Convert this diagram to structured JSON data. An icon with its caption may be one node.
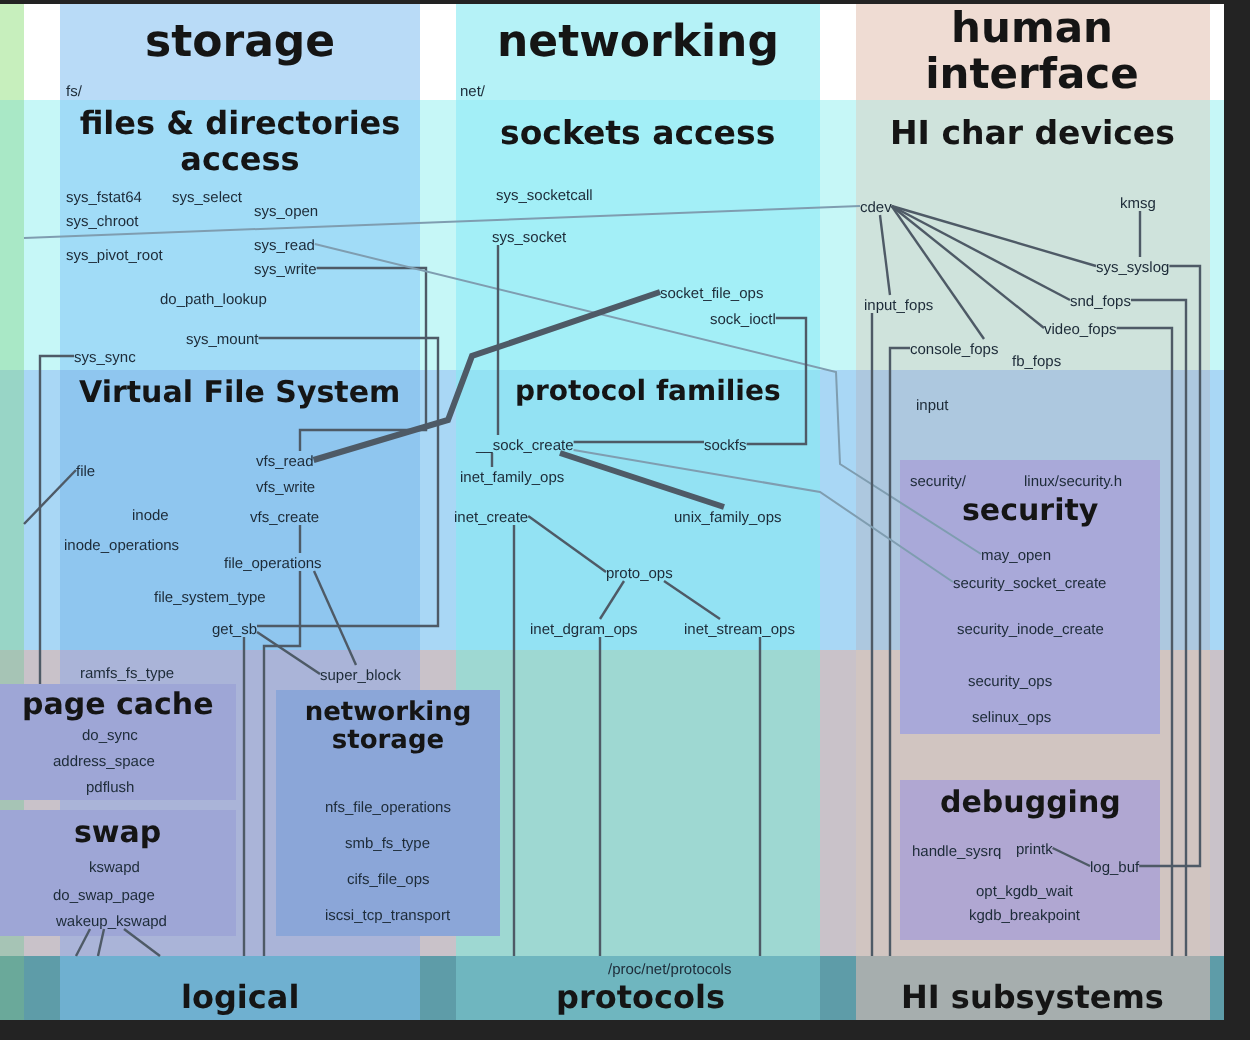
{
  "diagram": {
    "nodes": [
      {
        "text": [
          "storage",
          "fs/"
        ]
      },
      {
        "text": [
          "networking",
          "net/"
        ]
      },
      {
        "text": [
          "human interface"
        ]
      },
      {
        "text": [
          "files & directories access",
          "sys_fstat64",
          "sys_select",
          "sys_open",
          "sys_chroot",
          "sys_pivot_root",
          "do_path_lookup"
        ]
      },
      {
        "text": [
          "sys_read"
        ],
        "in": 3
      },
      {
        "text": [
          "sys_write"
        ],
        "in": 3
      },
      {
        "text": [
          "sys_mount"
        ],
        "in": 3
      },
      {
        "text": [
          "sys_sync"
        ],
        "in": 3
      },
      {
        "text": [
          "sockets access",
          "sys_socketcall"
        ]
      },
      {
        "text": [
          "sys_socket"
        ],
        "in": 8
      },
      {
        "text": [
          "socket_file_ops"
        ],
        "in": 8
      },
      {
        "text": [
          "sock_ioctl"
        ],
        "in": 8
      },
      {
        "text": [
          "HI char devices",
          "fb_fops"
        ]
      },
      {
        "text": [
          "cdev"
        ],
        "in": 12
      },
      {
        "text": [
          "kmsg"
        ],
        "in": 12
      },
      {
        "text": [
          "sys_syslog"
        ],
        "in": 12
      },
      {
        "text": [
          "input_fops"
        ],
        "in": 12
      },
      {
        "text": [
          "snd_fops"
        ],
        "in": 12
      },
      {
        "text": [
          "video_fops"
        ],
        "in": 12
      },
      {
        "text": [
          "console_fops"
        ],
        "in": 12
      },
      {
        "text": [
          "Virtual File System",
          "vfs_write",
          "inode",
          "inode_operations",
          "file_system_type"
        ]
      },
      {
        "text": [
          "file"
        ],
        "in": 20
      },
      {
        "text": [
          "vfs_read"
        ],
        "in": 20
      },
      {
        "text": [
          "vfs_create"
        ],
        "in": 20
      },
      {
        "text": [
          "file_operations"
        ],
        "in": 20
      },
      {
        "text": [
          "get_sb"
        ],
        "in": 20
      },
      {
        "text": [
          "protocol families"
        ]
      },
      {
        "text": [
          "__sock_create"
        ],
        "in": 26
      },
      {
        "text": [
          "sockfs"
        ],
        "in": 26
      },
      {
        "text": [
          "inet_family_ops"
        ],
        "in": 26
      },
      {
        "text": [
          "inet_create"
        ],
        "in": 26
      },
      {
        "text": [
          "unix_family_ops"
        ],
        "in": 26
      },
      {
        "text": [
          "proto_ops"
        ],
        "in": 26
      },
      {
        "text": [
          "inet_dgram_ops"
        ],
        "in": 26
      },
      {
        "text": [
          "inet_stream_ops"
        ],
        "in": 26
      },
      {
        "text": [
          "input"
        ]
      },
      {
        "text": [
          "security/",
          "linux/security.h",
          "security",
          "security_inode_create",
          "security_ops",
          "selinux_ops"
        ],
        "in": 35
      },
      {
        "text": [
          "may_open"
        ],
        "in": 36
      },
      {
        "text": [
          "security_socket_create"
        ],
        "in": 36
      },
      {
        "text": [
          "ramfs_fs_type"
        ]
      },
      {
        "text": [
          "super_block"
        ],
        "in": 39
      },
      {
        "text": [
          "page cache",
          "do_sync",
          "address_space",
          "pdflush"
        ],
        "in": 39
      },
      {
        "text": [
          "swap",
          "kswapd",
          "do_swap_page"
        ],
        "in": 39
      },
      {
        "text": [
          "wakeup_kswapd"
        ],
        "in": 42
      },
      {
        "text": [
          "networking storage",
          "nfs_file_operations",
          "smb_fs_type",
          "cifs_file_ops",
          "iscsi_tcp_transport"
        ]
      },
      {
        "text": [
          "debugging",
          "handle_sysrq",
          "opt_kgdb_wait",
          "kgdb_breakpoint"
        ],
        "in": 35
      },
      {
        "text": [
          "printk"
        ],
        "in": 45
      },
      {
        "text": [
          "log_buf"
        ],
        "in": 45
      },
      {
        "text": [
          "logical"
        ]
      },
      {
        "text": [
          "/proc/net/protocols",
          "protocols"
        ]
      },
      {
        "text": [
          "HI subsystems"
        ]
      },
      {
        "text": [],
        "shape": "bar"
      }
    ],
    "edges": [
      {
        "from": 51,
        "to": 13,
        "arrow": "none",
        "color": "#7f9db0"
      },
      {
        "from": 5,
        "to": 22,
        "arrow": "none"
      },
      {
        "from": 4,
        "to": 37,
        "arrow": "none",
        "color": "#7f9db0"
      },
      {
        "from": 6,
        "to": 25,
        "arrow": "none"
      },
      {
        "from": 7,
        "to": 41,
        "arrow": "none"
      },
      {
        "from": 9,
        "to": 27,
        "arrow": "none"
      },
      {
        "from": 10,
        "to": 22,
        "arrow": "none",
        "style": "thick"
      },
      {
        "from": 11,
        "to": 28,
        "arrow": "none"
      },
      {
        "from": 13,
        "to": 16,
        "arrow": "none"
      },
      {
        "from": 13,
        "to": 19,
        "arrow": "none"
      },
      {
        "from": 13,
        "to": 18,
        "arrow": "none"
      },
      {
        "from": 13,
        "to": 17,
        "arrow": "none"
      },
      {
        "from": 13,
        "to": 15,
        "arrow": "none"
      },
      {
        "from": 14,
        "to": 15,
        "arrow": "none"
      },
      {
        "from": 16,
        "to": 50,
        "arrow": "none"
      },
      {
        "from": 19,
        "to": 50,
        "arrow": "none"
      },
      {
        "from": 18,
        "to": 50,
        "arrow": "none"
      },
      {
        "from": 17,
        "to": 50,
        "arrow": "none"
      },
      {
        "from": 15,
        "to": 47,
        "arrow": "none"
      },
      {
        "from": 21,
        "to": 51,
        "arrow": "none"
      },
      {
        "from": 23,
        "to": 24,
        "arrow": "none"
      },
      {
        "from": 24,
        "to": 48,
        "arrow": "none"
      },
      {
        "from": 24,
        "to": 40,
        "arrow": "none"
      },
      {
        "from": 25,
        "to": 40,
        "arrow": "none"
      },
      {
        "from": 25,
        "to": 48,
        "arrow": "none"
      },
      {
        "from": 27,
        "to": 28,
        "arrow": "none"
      },
      {
        "from": 27,
        "to": 29,
        "arrow": "none"
      },
      {
        "from": 27,
        "to": 31,
        "arrow": "none",
        "style": "thick"
      },
      {
        "from": 27,
        "to": 38,
        "arrow": "none",
        "color": "#7f9db0"
      },
      {
        "from": 30,
        "to": 32,
        "arrow": "none"
      },
      {
        "from": 32,
        "to": 33,
        "arrow": "none"
      },
      {
        "from": 32,
        "to": 34,
        "arrow": "none"
      },
      {
        "from": 30,
        "to": 49,
        "arrow": "none"
      },
      {
        "from": 33,
        "to": 49,
        "arrow": "none"
      },
      {
        "from": 34,
        "to": 49,
        "arrow": "none"
      },
      {
        "from": 46,
        "to": 47,
        "arrow": "none"
      },
      {
        "from": 43,
        "to": 48,
        "arrow": "none"
      },
      {
        "from": 43,
        "to": 48,
        "arrow": "none"
      },
      {
        "from": 43,
        "to": 48,
        "arrow": "none"
      }
    ]
  }
}
